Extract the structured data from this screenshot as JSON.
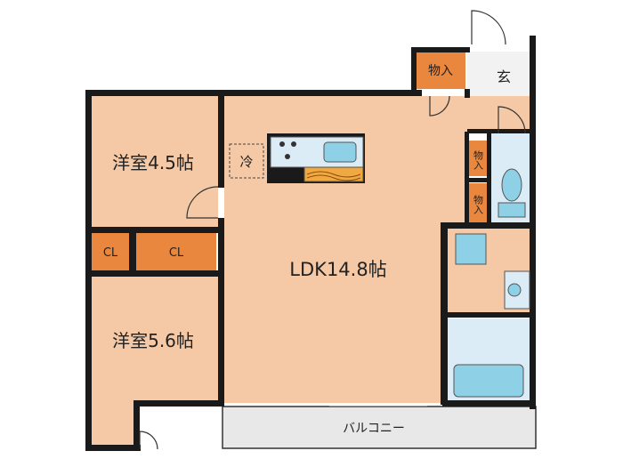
{
  "rooms": {
    "western_room_1": "洋室4.5帖",
    "western_room_2": "洋室5.6帖",
    "ldk": "LDK14.8帖",
    "closet_small": "CL",
    "closet_large": "CL",
    "storage_entrance": "物入",
    "storage_hall_1": "物入",
    "storage_hall_2": "物入",
    "entrance": "玄",
    "fridge": "冷",
    "balcony": "バルコニー"
  },
  "colors": {
    "room_floor": "#f5c9a6",
    "closet": "#e9873e",
    "wet_area": "#dcecf7",
    "fixture": "#8ed1e6",
    "balcony": "#e8e8e8",
    "wall": "#1a1a1a",
    "entry_floor": "#f2f2f2",
    "counter_wood": "#f0a840"
  },
  "icons": [
    "stove-icon",
    "kitchen-sink-icon",
    "toilet-icon",
    "wash-basin-icon",
    "bathtub-icon",
    "door-swing-icon"
  ]
}
